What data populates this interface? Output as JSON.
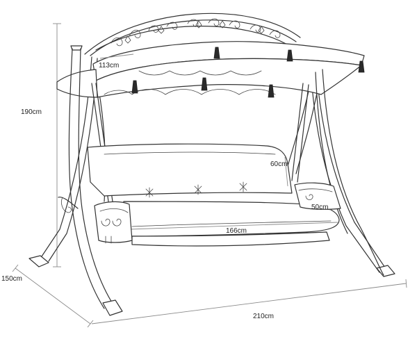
{
  "dimensions": {
    "height": "190cm",
    "depth": "150cm",
    "width": "210cm",
    "canopy_depth": "113cm",
    "backrest_height": "60cm",
    "seat_depth": "50cm",
    "seat_width": "166cm"
  }
}
